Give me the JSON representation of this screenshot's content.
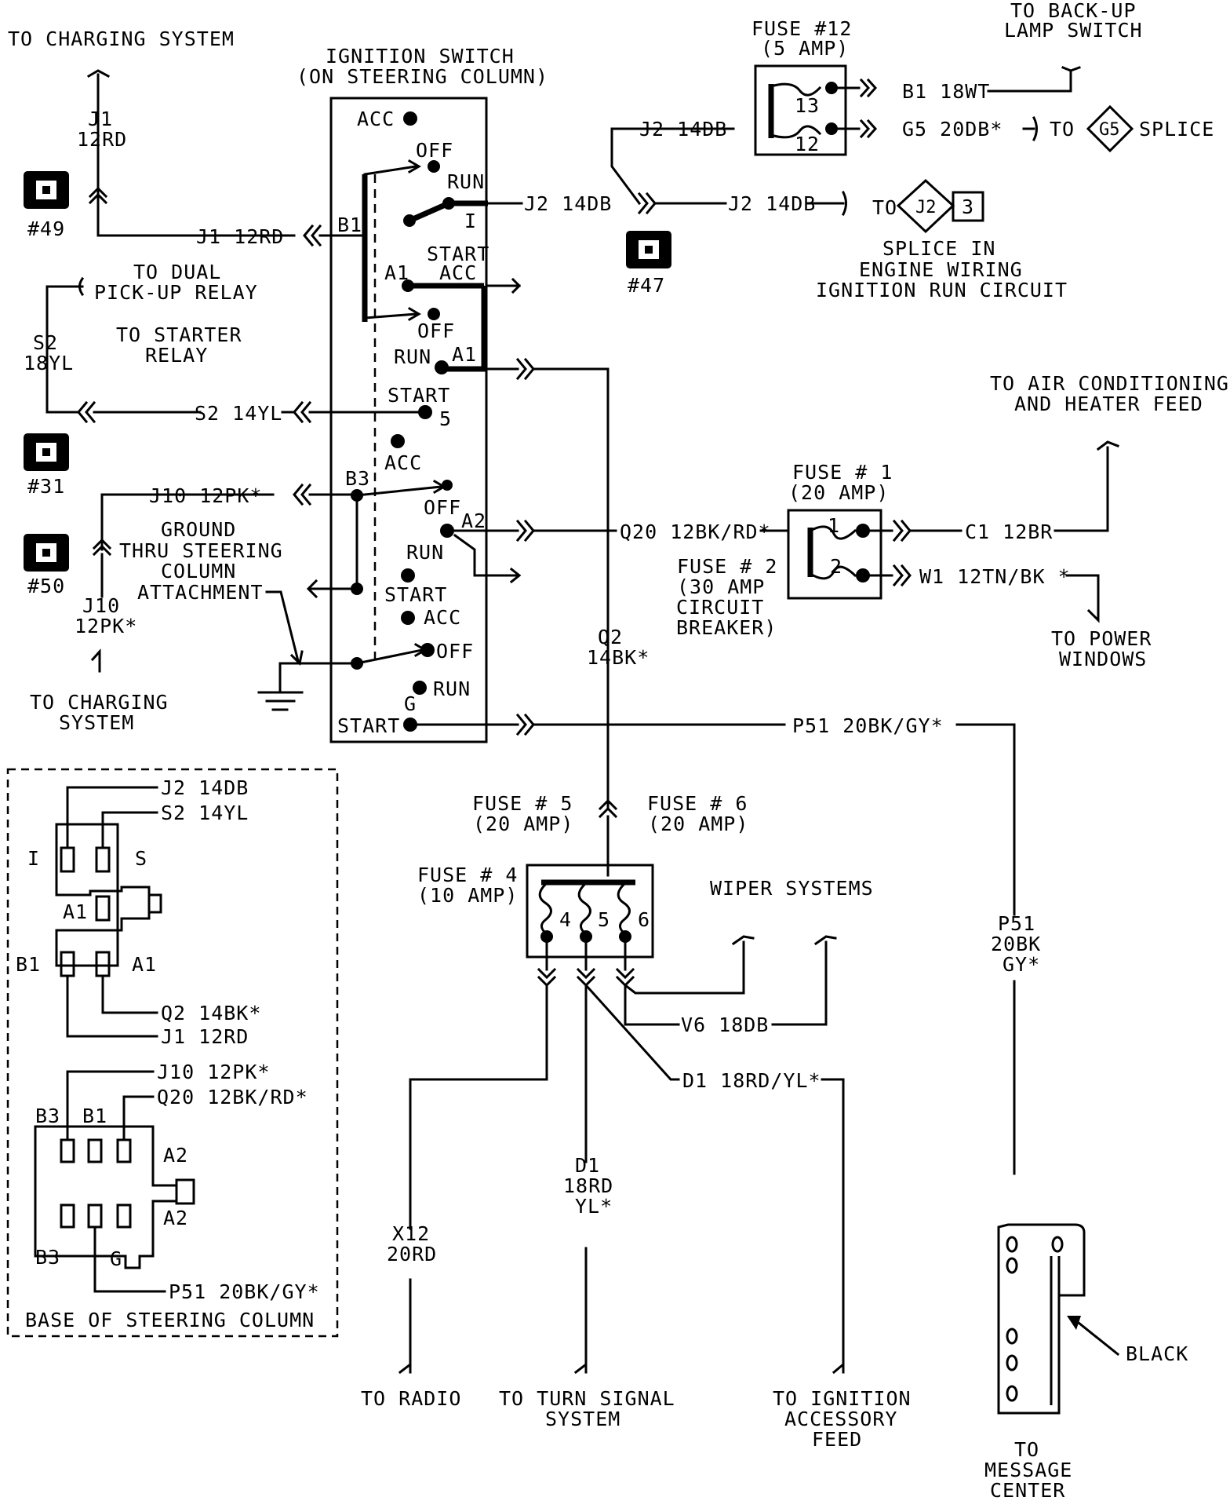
{
  "labels": {
    "to_charging_system_top": "TO CHARGING SYSTEM",
    "ignition_switch_1": "IGNITION SWITCH",
    "ignition_switch_2": "(ON STEERING COLUMN)",
    "fuse12_1": "FUSE #12",
    "fuse12_2": "(5 AMP)",
    "backup_1": "TO BACK-UP",
    "backup_2": "LAMP SWITCH",
    "j1_a": "J1",
    "j1_b": "12RD",
    "c49": "#49",
    "j1_wire": "J1 12RD",
    "b1_pin": "B1",
    "acc_1": "ACC",
    "off_1": "OFF",
    "run_1": "RUN",
    "i_pin": "I",
    "j2_wire_1": "J2 14DB",
    "j2_wire_2": "J2 14DB",
    "j2_wire_3": "J2 14DB",
    "b1_18wt": "B1 18WT",
    "g5_20db": "G5 20DB*",
    "to_1": "TO",
    "g5_splice": "G5",
    "splice_word": "SPLICE",
    "fuse_13": "13",
    "fuse_12": "12",
    "to_2": "TO",
    "j2_diamond": "J2",
    "j2_3": "3",
    "c47": "#47",
    "splice_in_1": "SPLICE IN",
    "splice_in_2": "ENGINE WIRING",
    "splice_in_3": "IGNITION RUN CIRCUIT",
    "dual_1": "TO DUAL",
    "dual_2": "PICK-UP RELAY",
    "start_acc_1": "START",
    "start_acc_2": "ACC",
    "a1_pin_1": "A1",
    "s2_a": "S2",
    "s2_b": "18YL",
    "starter_1": "TO STARTER",
    "starter_2": "RELAY",
    "off_2": "OFF",
    "run_2": "RUN",
    "a1_pin_2": "A1",
    "start_1": "START",
    "s2_wire": "S2 14YL",
    "s_pin": "5",
    "c31": "#31",
    "acc_2": "ACC",
    "j10_wire": "J10 12PK*",
    "b3_pin": "B3",
    "off_3": "OFF",
    "a2_pin": "A2",
    "q20_wire": "Q20 12BK/RD*",
    "ground_1": "GROUND",
    "ground_2": "THRU STEERING",
    "ground_3": "COLUMN",
    "ground_4": "ATTACHMENT",
    "run_3": "RUN",
    "c50": "#50",
    "j10_a": "J10",
    "j10_b": "12PK*",
    "start_2": "START",
    "acc_3": "ACC",
    "off_4": "OFF",
    "run_4": "RUN",
    "g_pin": "G",
    "start_3": "START",
    "to_charging_bottom_1": "TO CHARGING",
    "to_charging_bottom_2": "SYSTEM",
    "ac_1": "TO AIR CONDITIONING",
    "ac_2": "AND HEATER FEED",
    "fuse1_1": "FUSE # 1",
    "fuse1_2": "(20 AMP)",
    "fuse1_num1": "1",
    "fuse1_num2": "2",
    "c1_wire": "C1 12BR",
    "w1_wire": "W1 12TN/BK *",
    "fuse2_1": "FUSE # 2",
    "fuse2_2": "(30 AMP",
    "fuse2_3": "CIRCUIT",
    "fuse2_4": "BREAKER)",
    "power_win_1": "TO POWER",
    "power_win_2": "WINDOWS",
    "q2_a": "Q2",
    "q2_b": "14BK*",
    "p51_wire": "P51 20BK/GY*",
    "fuse5_1": "FUSE # 5",
    "fuse5_2": "(20 AMP)",
    "fuse6_1": "FUSE # 6",
    "fuse6_2": "(20 AMP)",
    "fuse4_1": "FUSE # 4",
    "fuse4_2": "(10 AMP)",
    "fnum4": "4",
    "fnum5": "5",
    "fnum6": "6",
    "wiper": "WIPER SYSTEMS",
    "v6_wire": "V6 18DB",
    "d1_wire": "D1 18RD/YL*",
    "d1_a": "D1",
    "d1_b": "18RD",
    "d1_c": "YL*",
    "x12_a": "X12",
    "x12_b": "20RD",
    "p51_a": "P51",
    "p51_b": "20BK",
    "p51_c": "GY*",
    "black": "BLACK",
    "to_radio": "TO RADIO",
    "turn_1": "TO TURN SIGNAL",
    "turn_2": "SYSTEM",
    "ign_acc_1": "TO IGNITION",
    "ign_acc_2": "ACCESSORY",
    "ign_acc_3": "FEED",
    "msg_1": "TO",
    "msg_2": "MESSAGE",
    "msg_3": "CENTER",
    "base_j2": "J2 14DB",
    "base_s2": "S2 14YL",
    "base_i": "I",
    "base_s": "S",
    "base_a1_1": "A1",
    "base_b1": "B1",
    "base_a1_2": "A1",
    "base_q2": "Q2 14BK*",
    "base_j1": "J1 12RD",
    "base_j10": "J10 12PK*",
    "base_q20": "Q20 12BK/RD*",
    "base_b3_1": "B3",
    "base_b1_2": "B1",
    "base_a2_1": "A2",
    "base_a2_2": "A2",
    "base_b3_2": "B3",
    "base_g": "G",
    "base_p51": "P51 20BK/GY*",
    "base_title": "BASE OF STEERING COLUMN"
  }
}
